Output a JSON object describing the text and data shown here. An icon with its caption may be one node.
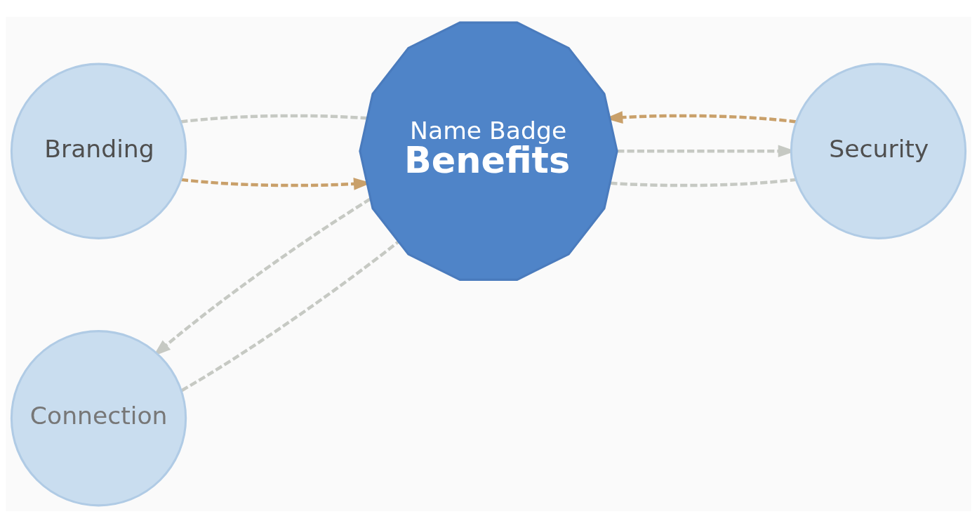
{
  "diagram": {
    "nodes": [
      {
        "text": [
          "Branding"
        ]
      },
      {
        "text": [
          "Security"
        ]
      },
      {
        "text": [
          "Name Badge",
          "Benefits"
        ]
      },
      {
        "text": [
          "Connection"
        ]
      }
    ],
    "edges": [
      {
        "from": 0,
        "to": 2,
        "arrow": "to",
        "style": "dashed",
        "color": "#c9a06a"
      },
      {
        "from": 0,
        "to": 2,
        "arrow": "none",
        "style": "dashed"
      },
      {
        "from": 2,
        "to": 1,
        "arrow": "to",
        "style": "dashed"
      },
      {
        "from": 1,
        "to": 2,
        "arrow": "to",
        "style": "dashed",
        "color": "#c9a06a"
      },
      {
        "from": 2,
        "to": 1,
        "arrow": "none",
        "style": "dashed"
      },
      {
        "from": 2,
        "to": 3,
        "arrow": "to",
        "style": "dashed"
      },
      {
        "from": 3,
        "to": 2,
        "arrow": "none",
        "style": "dashed"
      }
    ]
  }
}
